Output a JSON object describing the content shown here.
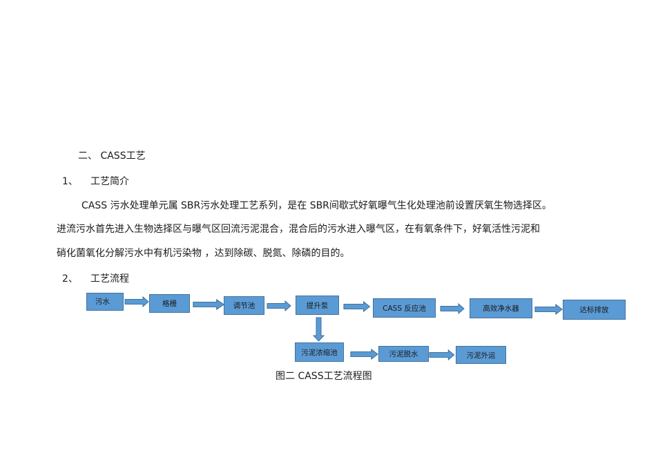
{
  "section": {
    "heading": "二、 CASS工艺",
    "sub1": {
      "num": "1、",
      "title": "工艺简介"
    },
    "paragraph": [
      "CASS 污水处理单元属   SBR污水处理工艺系列，是在    SBR间歇式好氧曝气生化处理池前设置厌氧生物选择区。",
      "进流污水首先进入生物选择区与曝气区回流污泥混合，混合后的污水进入曝气区，在有氧条件下，好氧活性污泥和",
      "硝化菌氧化分解污水中有机污染物    ，达到除碳、脱氮、除磷的目的。"
    ],
    "sub2": {
      "num": "2、",
      "title": "工艺流程"
    }
  },
  "flowchart": {
    "box_color": "#5b9bd5",
    "nodes": [
      {
        "id": "n1",
        "label": "污水"
      },
      {
        "id": "n2",
        "label": "格栅"
      },
      {
        "id": "n3",
        "label": "调节池"
      },
      {
        "id": "n4",
        "label": "提升泵"
      },
      {
        "id": "n5",
        "label": "CASS 反应池"
      },
      {
        "id": "n6",
        "label": "高效净水器"
      },
      {
        "id": "n7",
        "label": "达标排放"
      },
      {
        "id": "n8",
        "label": "污泥浓缩池"
      },
      {
        "id": "n9",
        "label": "污泥脱水"
      },
      {
        "id": "n10",
        "label": "污泥外运"
      }
    ],
    "caption": "图二  CASS工艺流程图"
  }
}
